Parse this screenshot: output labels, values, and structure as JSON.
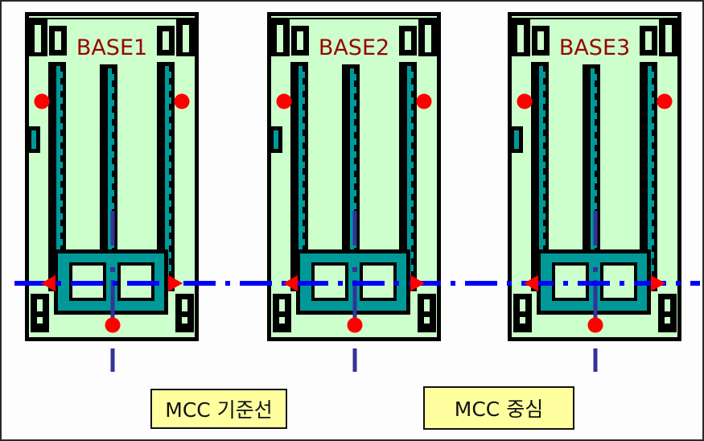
{
  "diagram": {
    "bases": [
      {
        "name": "BASE1"
      },
      {
        "name": "BASE2"
      },
      {
        "name": "BASE3"
      }
    ],
    "labels": {
      "reference_line": "MCC 기준선",
      "center": "MCC 중심"
    },
    "colors": {
      "board_fill": "#ccffcc",
      "board_border": "#000000",
      "slot_teal": "#009999",
      "title_red": "#990000",
      "marker_red": "#ff0000",
      "horizontal_line_blue": "#0000ff",
      "vertical_line_navy": "#333399",
      "label_fill": "#ffffa0"
    }
  }
}
